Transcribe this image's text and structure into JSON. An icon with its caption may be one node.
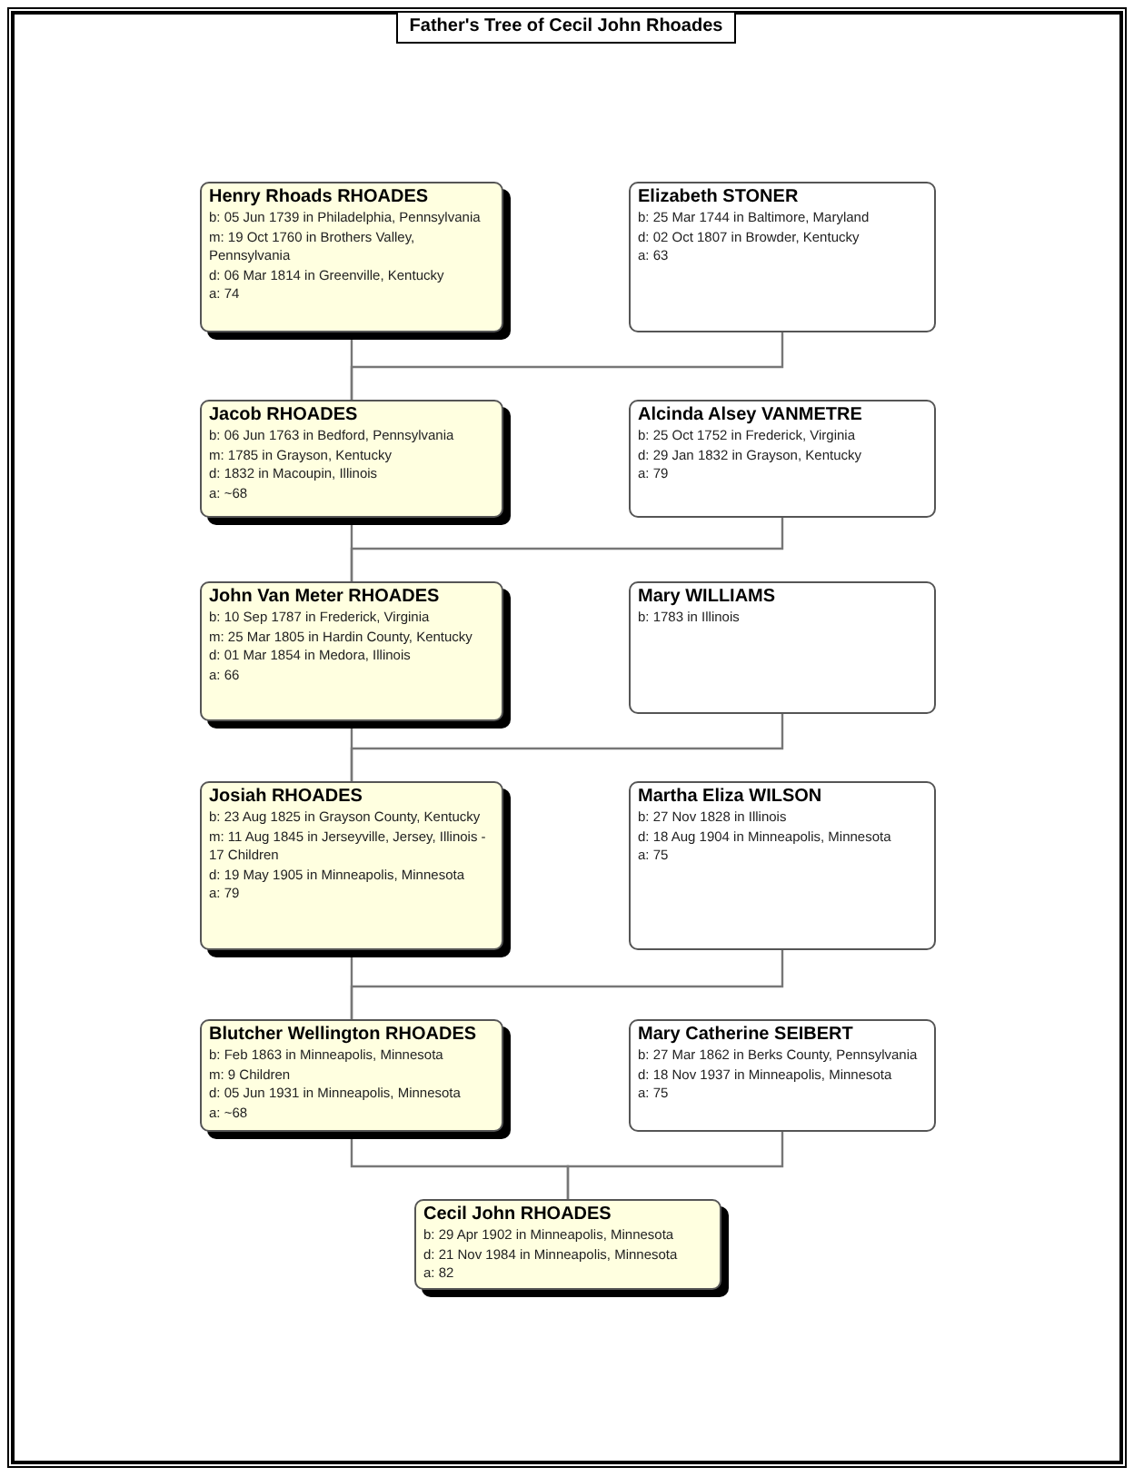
{
  "diagram": {
    "title": "Father's Tree of Cecil John Rhoades",
    "nodes": [
      {
        "text": [
          "Henry Rhoads RHOADES",
          "b: 05 Jun 1739 in Philadelphia, Pennsylvania",
          "m: 19 Oct 1760 in Brothers Valley, Pennsylvania",
          "d: 06 Mar 1814 in Greenville, Kentucky",
          "a: 74"
        ]
      },
      {
        "text": [
          "Elizabeth STONER",
          "b: 25 Mar 1744 in Baltimore, Maryland",
          "d: 02 Oct 1807 in Browder, Kentucky",
          "a: 63"
        ]
      },
      {
        "text": [
          "Jacob RHOADES",
          "b: 06 Jun 1763 in Bedford, Pennsylvania",
          "m: 1785 in Grayson, Kentucky",
          "d: 1832 in Macoupin, Illinois",
          "a: ~68"
        ]
      },
      {
        "text": [
          "Alcinda Alsey VANMETRE",
          "b: 25 Oct 1752 in Frederick, Virginia",
          "d: 29 Jan 1832 in Grayson, Kentucky",
          "a: 79"
        ]
      },
      {
        "text": [
          "John Van Meter RHOADES",
          "b: 10 Sep 1787 in Frederick, Virginia",
          "m: 25 Mar 1805 in Hardin County, Kentucky",
          "d: 01 Mar 1854 in Medora, Illinois",
          "a: 66"
        ]
      },
      {
        "text": [
          "Mary WILLIAMS",
          "b: 1783 in Illinois"
        ]
      },
      {
        "text": [
          "Josiah RHOADES",
          "b: 23 Aug 1825 in Grayson County, Kentucky",
          "m: 11 Aug 1845 in Jerseyville, Jersey, Illinois - 17 Children",
          "d: 19 May 1905 in Minneapolis, Minnesota",
          "a: 79"
        ]
      },
      {
        "text": [
          "Martha Eliza WILSON",
          "b: 27 Nov 1828 in Illinois",
          "d: 18 Aug 1904 in Minneapolis, Minnesota",
          "a: 75"
        ]
      },
      {
        "text": [
          "Blutcher Wellington RHOADES",
          "b: Feb 1863 in Minneapolis, Minnesota",
          "m: 9 Children",
          "d: 05 Jun 1931 in Minneapolis, Minnesota",
          "a: ~68"
        ]
      },
      {
        "text": [
          "Mary Catherine SEIBERT",
          "b: 27 Mar 1862 in Berks County, Pennsylvania",
          "d: 18 Nov 1937 in Minneapolis, Minnesota",
          "a: 75"
        ]
      },
      {
        "text": [
          "Cecil John RHOADES",
          "b: 29 Apr 1902 in Minneapolis, Minnesota",
          "d: 21 Nov 1984 in Minneapolis, Minnesota",
          "a: 82"
        ]
      }
    ],
    "edges": [
      {
        "from": 0,
        "to": 2,
        "arrow": "none"
      },
      {
        "from": 1,
        "to": 2,
        "arrow": "none"
      },
      {
        "from": 2,
        "to": 4,
        "arrow": "none"
      },
      {
        "from": 3,
        "to": 4,
        "arrow": "none"
      },
      {
        "from": 4,
        "to": 6,
        "arrow": "none"
      },
      {
        "from": 5,
        "to": 6,
        "arrow": "none"
      },
      {
        "from": 6,
        "to": 8,
        "arrow": "none"
      },
      {
        "from": 7,
        "to": 8,
        "arrow": "none"
      },
      {
        "from": 8,
        "to": 10,
        "arrow": "none"
      },
      {
        "from": 9,
        "to": 10,
        "arrow": "none"
      }
    ]
  }
}
